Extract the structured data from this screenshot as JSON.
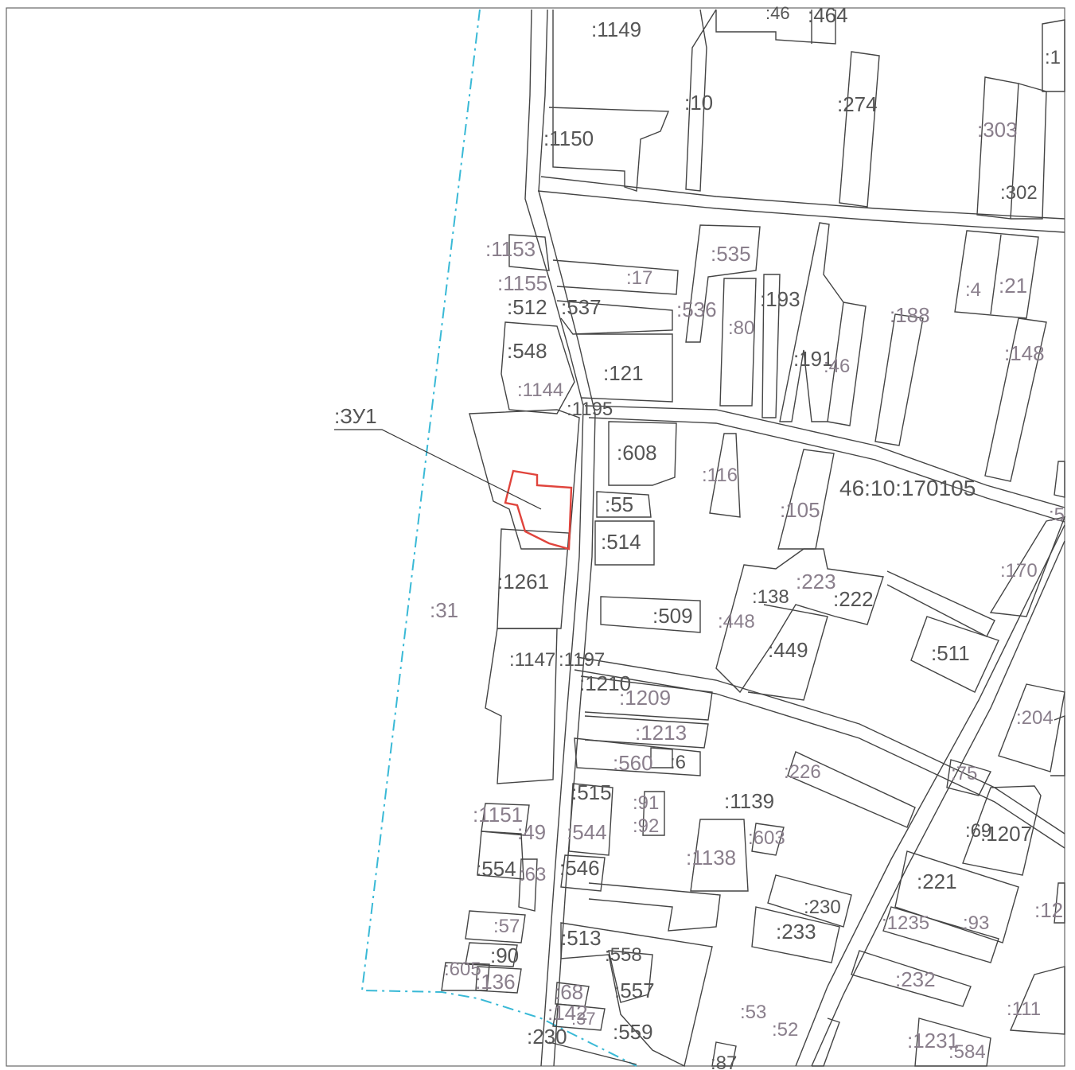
{
  "map": {
    "block_number": "46:10:170105",
    "zu_label": ":ЗУ1",
    "colors": {
      "parcel_stroke": "#444444",
      "cadastral_boundary": "#39b9d6",
      "new_parcel": "#e0443c",
      "label_dark": "#555555",
      "label_light": "#8a7f8c"
    },
    "labels": [
      ":1149",
      ":46",
      ":464",
      ":10",
      ":274",
      ":303",
      ":1150",
      ":302",
      ":1153",
      ":535",
      ":1155",
      ":17",
      ":512",
      ":537",
      ":536",
      ":193",
      ":4",
      ":21",
      ":188",
      ":80",
      ":548",
      ":121",
      ":191",
      ":46",
      ":148",
      ":1144",
      ":1195",
      ":608",
      ":116",
      ":55",
      ":105",
      ":514",
      ":170",
      ":1261",
      ":223",
      ":138",
      ":222",
      ":31",
      ":509",
      ":448",
      ":449",
      ":511",
      ":1147",
      ":1197",
      ":1210",
      ":1209",
      ":204",
      ":1213",
      ":560",
      ":6",
      ":226",
      ":75",
      ":515",
      ":91",
      ":1139",
      ":1151",
      ":92",
      ":49",
      ":544",
      ":603",
      ":69",
      ":1207",
      ":1138",
      ":554",
      ":63",
      ":546",
      ":221",
      ":230",
      ":57",
      ":1235",
      ":93",
      ":233",
      ":513",
      ":558",
      ":90",
      ":605",
      ":136",
      ":232",
      ":68",
      ":557",
      ":142",
      ":37",
      ":111",
      ":53",
      ":52",
      ":230",
      ":559",
      ":1231",
      ":584",
      ":87",
      ":5",
      ":1",
      ":12"
    ]
  }
}
